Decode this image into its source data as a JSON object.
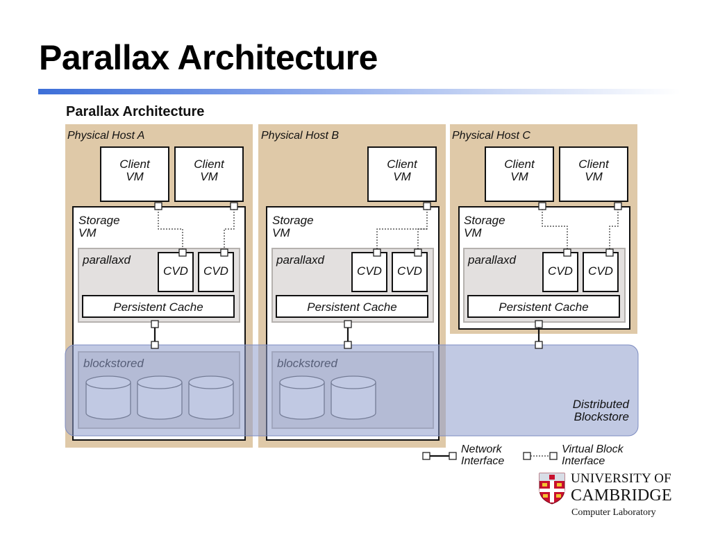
{
  "slide": {
    "title": "Parallax Architecture"
  },
  "diagram": {
    "title": "Parallax Architecture",
    "hosts": [
      {
        "label": "Physical Host A",
        "client_vms": [
          "Client\nVM",
          "Client\nVM"
        ]
      },
      {
        "label": "Physical Host B",
        "client_vms": [
          "Client\nVM"
        ]
      },
      {
        "label": "Physical Host C",
        "client_vms": [
          "Client\nVM",
          "Client\nVM"
        ]
      }
    ],
    "storage_vm_label": "Storage\nVM",
    "parallaxd_label": "parallaxd",
    "cvd_label": "CVD",
    "cache_label": "Persistent Cache",
    "blockstored_label": "blockstored",
    "distributed_label": "Distributed\nBlockstore",
    "legend": {
      "network": "Network\nInterface",
      "virtual_block": "Virtual Block\nInterface"
    },
    "colors": {
      "host_bg": "#dfc9a8",
      "parallaxd_bg": "#e3e0df",
      "blockstore_overlay": "#8e9dcc"
    }
  },
  "logo": {
    "line1": "UNIVERSITY OF",
    "line2": "CAMBRIDGE",
    "line3": "Computer Laboratory"
  }
}
